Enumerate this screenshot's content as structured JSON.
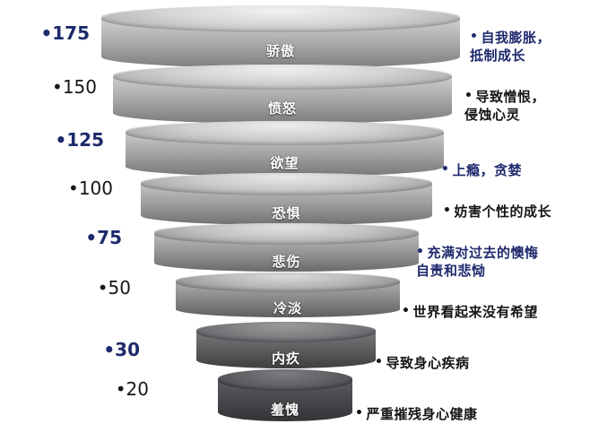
{
  "chart_data": {
    "type": "bar",
    "title": "",
    "subtitle": "",
    "xlabel": "",
    "ylabel": "",
    "orientation": "stacked-discs",
    "note": "Stacked 3D disc pyramid of consciousness levels; disc width encodes the level value",
    "categories": [
      "骄傲",
      "愤怒",
      "欲望",
      "恐惧",
      "悲伤",
      "冷淡",
      "内疚",
      "羞愧"
    ],
    "values": [
      175,
      150,
      125,
      100,
      75,
      50,
      30,
      20
    ],
    "ylim": [
      0,
      175
    ],
    "grid": false,
    "legend": false,
    "levels": [
      {
        "value": "175",
        "value_color": "#1d2a6b",
        "value_bold": true,
        "name": "骄傲",
        "annotation": "自我膨胀，\n抵制成长",
        "annotation_color": "#1f2a6e"
      },
      {
        "value": "150",
        "value_color": "#17171a",
        "value_bold": false,
        "name": "愤怒",
        "annotation": "导致憎恨，\n侵蚀心灵",
        "annotation_color": "#151518"
      },
      {
        "value": "125",
        "value_color": "#1d2a6b",
        "value_bold": true,
        "name": "欲望",
        "annotation": "上瘾，贪婪",
        "annotation_color": "#1f2a6e"
      },
      {
        "value": "100",
        "value_color": "#17171a",
        "value_bold": false,
        "name": "恐惧",
        "annotation": "妨害个性的成长",
        "annotation_color": "#151518"
      },
      {
        "value": "75",
        "value_color": "#1d2a6b",
        "value_bold": true,
        "name": "悲伤",
        "annotation": "充满对过去的懊悔\n自责和悲恸",
        "annotation_color": "#1f2a6e"
      },
      {
        "value": "50",
        "value_color": "#17171a",
        "value_bold": false,
        "name": "冷淡",
        "annotation": "世界看起来没有希望",
        "annotation_color": "#151518"
      },
      {
        "value": "30",
        "value_color": "#1d2a6b",
        "value_bold": true,
        "name": "内疚",
        "annotation": "导致身心疾病",
        "annotation_color": "#151518"
      },
      {
        "value": "20",
        "value_color": "#17171a",
        "value_bold": false,
        "name": "羞愧",
        "annotation": "严重摧残身心健康",
        "annotation_color": "#151518"
      }
    ]
  },
  "bullet_glyph": "•",
  "colors": {
    "background": "#ffffff",
    "accent_navy": "#1d2a6b",
    "text_dark": "#17171a",
    "disc_light": "#d8d8d8",
    "disc_dark": "#3a3a3c"
  }
}
